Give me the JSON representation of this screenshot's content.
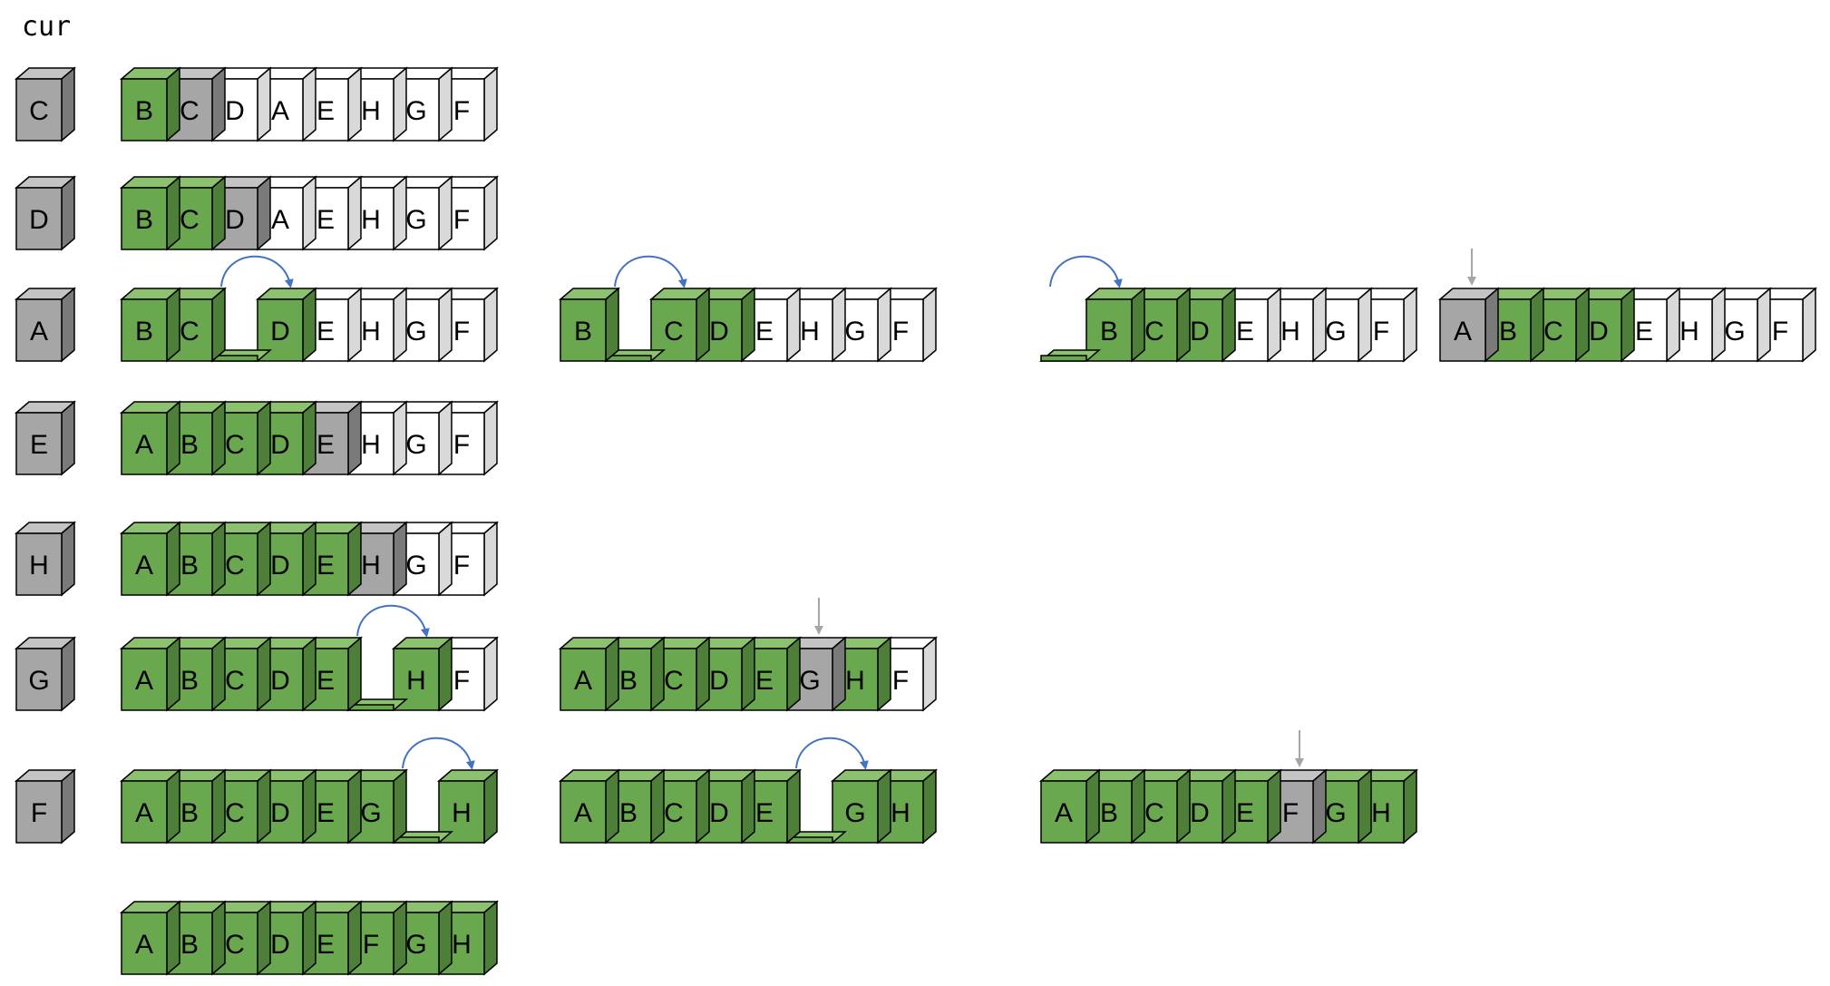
{
  "header": {
    "cur_label": "cur"
  },
  "colors": {
    "sorted": "#6aa84f",
    "sorted_top": "#8cc26f",
    "sorted_side": "#4e7f38",
    "current": "#a6a6a6",
    "current_top": "#c4c4c4",
    "current_side": "#7a7a7a",
    "unsorted": "#ffffff",
    "unsorted_top": "#ffffff",
    "unsorted_side": "#d9d9d9",
    "arrow_blue": "#4472c4",
    "arrow_gray": "#a6a6a6"
  },
  "rows": [
    {
      "cur": "C",
      "steps": [
        {
          "boxes": [
            {
              "l": "B",
              "s": "g"
            },
            {
              "l": "C",
              "s": "c"
            },
            {
              "l": "D",
              "s": "w"
            },
            {
              "l": "A",
              "s": "w"
            },
            {
              "l": "E",
              "s": "w"
            },
            {
              "l": "H",
              "s": "w"
            },
            {
              "l": "G",
              "s": "w"
            },
            {
              "l": "F",
              "s": "w"
            }
          ]
        }
      ]
    },
    {
      "cur": "D",
      "steps": [
        {
          "boxes": [
            {
              "l": "B",
              "s": "g"
            },
            {
              "l": "C",
              "s": "g"
            },
            {
              "l": "D",
              "s": "c"
            },
            {
              "l": "A",
              "s": "w"
            },
            {
              "l": "E",
              "s": "w"
            },
            {
              "l": "H",
              "s": "w"
            },
            {
              "l": "G",
              "s": "w"
            },
            {
              "l": "F",
              "s": "w"
            }
          ]
        }
      ]
    },
    {
      "cur": "A",
      "steps": [
        {
          "boxes": [
            {
              "l": "B",
              "s": "g"
            },
            {
              "l": "C",
              "s": "g"
            },
            {
              "l": "",
              "s": "gap"
            },
            {
              "l": "D",
              "s": "g"
            },
            {
              "l": "E",
              "s": "w"
            },
            {
              "l": "H",
              "s": "w"
            },
            {
              "l": "G",
              "s": "w"
            },
            {
              "l": "F",
              "s": "w"
            }
          ],
          "arrow": {
            "type": "shift",
            "at": 2
          }
        },
        {
          "boxes": [
            {
              "l": "B",
              "s": "g"
            },
            {
              "l": "",
              "s": "gap"
            },
            {
              "l": "C",
              "s": "g"
            },
            {
              "l": "D",
              "s": "g"
            },
            {
              "l": "E",
              "s": "w"
            },
            {
              "l": "H",
              "s": "w"
            },
            {
              "l": "G",
              "s": "w"
            },
            {
              "l": "F",
              "s": "w"
            }
          ],
          "arrow": {
            "type": "shift",
            "at": 1
          }
        },
        {
          "boxes": [
            {
              "l": "",
              "s": "gap"
            },
            {
              "l": "B",
              "s": "g"
            },
            {
              "l": "C",
              "s": "g"
            },
            {
              "l": "D",
              "s": "g"
            },
            {
              "l": "E",
              "s": "w"
            },
            {
              "l": "H",
              "s": "w"
            },
            {
              "l": "G",
              "s": "w"
            },
            {
              "l": "F",
              "s": "w"
            }
          ],
          "arrow": {
            "type": "shift",
            "at": 0
          }
        },
        {
          "boxes": [
            {
              "l": "A",
              "s": "c"
            },
            {
              "l": "B",
              "s": "g"
            },
            {
              "l": "C",
              "s": "g"
            },
            {
              "l": "D",
              "s": "g"
            },
            {
              "l": "E",
              "s": "w"
            },
            {
              "l": "H",
              "s": "w"
            },
            {
              "l": "G",
              "s": "w"
            },
            {
              "l": "F",
              "s": "w"
            }
          ],
          "arrow": {
            "type": "insert",
            "at": 0
          }
        }
      ]
    },
    {
      "cur": "E",
      "steps": [
        {
          "boxes": [
            {
              "l": "A",
              "s": "g"
            },
            {
              "l": "B",
              "s": "g"
            },
            {
              "l": "C",
              "s": "g"
            },
            {
              "l": "D",
              "s": "g"
            },
            {
              "l": "E",
              "s": "c"
            },
            {
              "l": "H",
              "s": "w"
            },
            {
              "l": "G",
              "s": "w"
            },
            {
              "l": "F",
              "s": "w"
            }
          ]
        }
      ]
    },
    {
      "cur": "H",
      "steps": [
        {
          "boxes": [
            {
              "l": "A",
              "s": "g"
            },
            {
              "l": "B",
              "s": "g"
            },
            {
              "l": "C",
              "s": "g"
            },
            {
              "l": "D",
              "s": "g"
            },
            {
              "l": "E",
              "s": "g"
            },
            {
              "l": "H",
              "s": "c"
            },
            {
              "l": "G",
              "s": "w"
            },
            {
              "l": "F",
              "s": "w"
            }
          ]
        }
      ]
    },
    {
      "cur": "G",
      "steps": [
        {
          "boxes": [
            {
              "l": "A",
              "s": "g"
            },
            {
              "l": "B",
              "s": "g"
            },
            {
              "l": "C",
              "s": "g"
            },
            {
              "l": "D",
              "s": "g"
            },
            {
              "l": "E",
              "s": "g"
            },
            {
              "l": "",
              "s": "gap"
            },
            {
              "l": "H",
              "s": "g"
            },
            {
              "l": "F",
              "s": "w"
            }
          ],
          "arrow": {
            "type": "shift",
            "at": 5
          }
        },
        {
          "boxes": [
            {
              "l": "A",
              "s": "g"
            },
            {
              "l": "B",
              "s": "g"
            },
            {
              "l": "C",
              "s": "g"
            },
            {
              "l": "D",
              "s": "g"
            },
            {
              "l": "E",
              "s": "g"
            },
            {
              "l": "G",
              "s": "c"
            },
            {
              "l": "H",
              "s": "g"
            },
            {
              "l": "F",
              "s": "w"
            }
          ],
          "arrow": {
            "type": "insert",
            "at": 5
          }
        }
      ]
    },
    {
      "cur": "F",
      "steps": [
        {
          "boxes": [
            {
              "l": "A",
              "s": "g"
            },
            {
              "l": "B",
              "s": "g"
            },
            {
              "l": "C",
              "s": "g"
            },
            {
              "l": "D",
              "s": "g"
            },
            {
              "l": "E",
              "s": "g"
            },
            {
              "l": "G",
              "s": "g"
            },
            {
              "l": "",
              "s": "gap"
            },
            {
              "l": "H",
              "s": "g"
            }
          ],
          "arrow": {
            "type": "shift",
            "at": 6
          }
        },
        {
          "boxes": [
            {
              "l": "A",
              "s": "g"
            },
            {
              "l": "B",
              "s": "g"
            },
            {
              "l": "C",
              "s": "g"
            },
            {
              "l": "D",
              "s": "g"
            },
            {
              "l": "E",
              "s": "g"
            },
            {
              "l": "",
              "s": "gap"
            },
            {
              "l": "G",
              "s": "g"
            },
            {
              "l": "H",
              "s": "g"
            }
          ],
          "arrow": {
            "type": "shift",
            "at": 5
          }
        },
        {
          "boxes": [
            {
              "l": "A",
              "s": "g"
            },
            {
              "l": "B",
              "s": "g"
            },
            {
              "l": "C",
              "s": "g"
            },
            {
              "l": "D",
              "s": "g"
            },
            {
              "l": "E",
              "s": "g"
            },
            {
              "l": "F",
              "s": "c"
            },
            {
              "l": "G",
              "s": "g"
            },
            {
              "l": "H",
              "s": "g"
            }
          ],
          "arrow": {
            "type": "insert",
            "at": 5
          }
        }
      ]
    },
    {
      "cur": "",
      "steps": [
        {
          "boxes": [
            {
              "l": "A",
              "s": "g"
            },
            {
              "l": "B",
              "s": "g"
            },
            {
              "l": "C",
              "s": "g"
            },
            {
              "l": "D",
              "s": "g"
            },
            {
              "l": "E",
              "s": "g"
            },
            {
              "l": "F",
              "s": "g"
            },
            {
              "l": "G",
              "s": "g"
            },
            {
              "l": "H",
              "s": "g"
            }
          ]
        }
      ]
    }
  ]
}
